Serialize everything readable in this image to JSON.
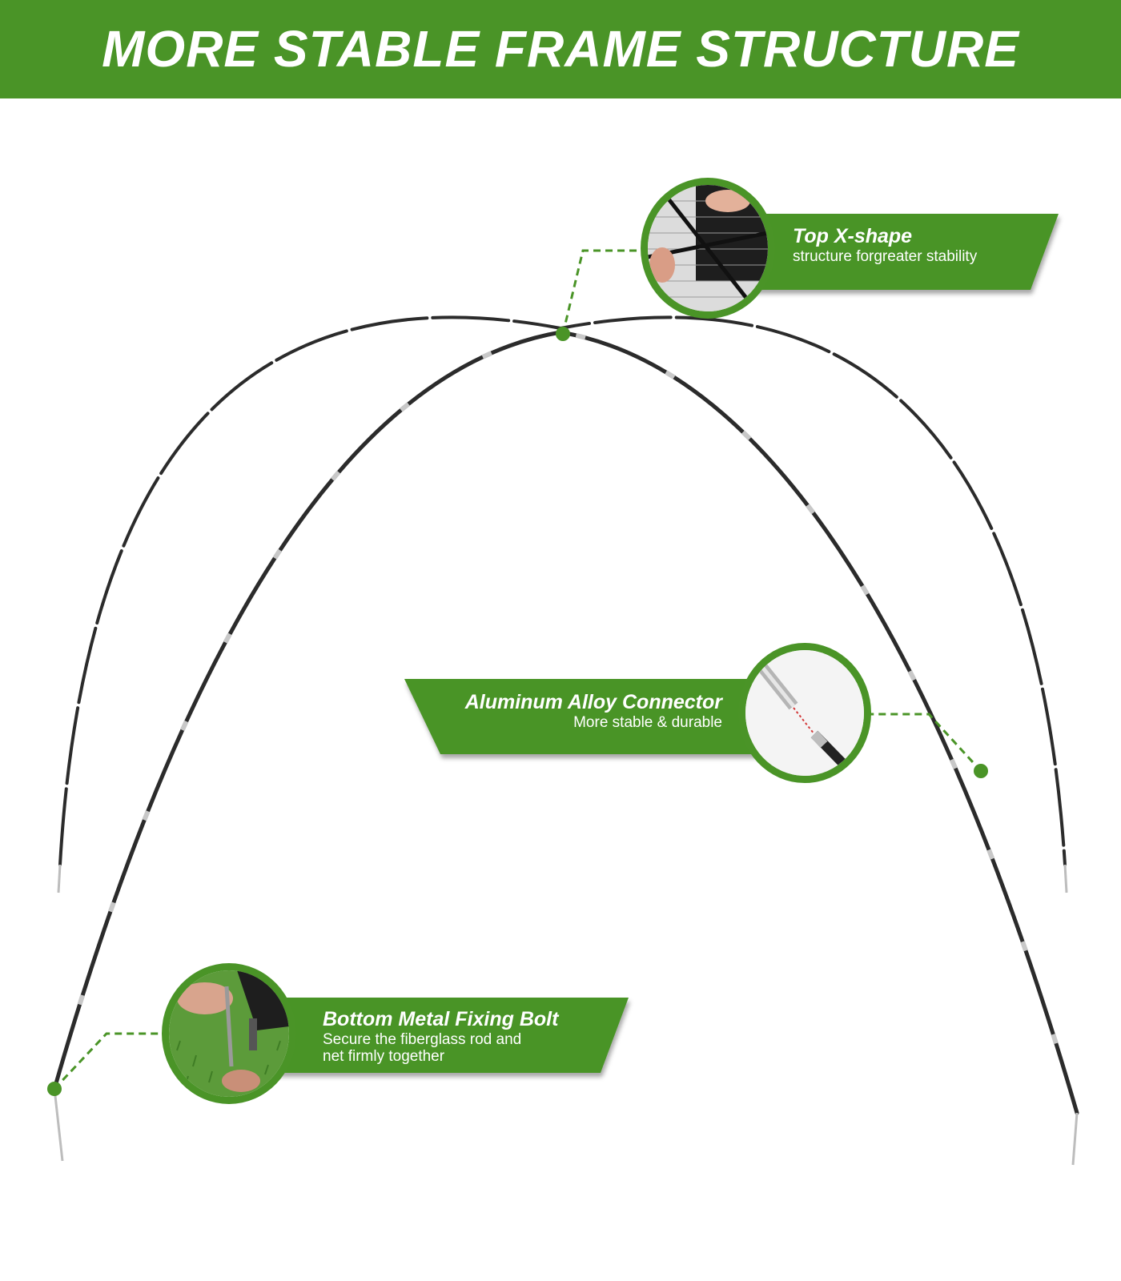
{
  "banner": {
    "title": "MORE STABLE FRAME STRUCTURE"
  },
  "callouts": {
    "top": {
      "title": "Top X-shape",
      "desc": "structure forgreater stability"
    },
    "connector": {
      "title": "Aluminum Alloy Connector",
      "desc": "More stable & durable"
    },
    "bottom": {
      "title": "Bottom Metal Fixing Bolt",
      "desc_line1": "Secure the fiberglass rod and",
      "desc_line2": "net firmly together"
    }
  },
  "colors": {
    "accent": "#4a9427",
    "rod": "#2b2b2b",
    "sleeve": "#c8c8c8"
  }
}
